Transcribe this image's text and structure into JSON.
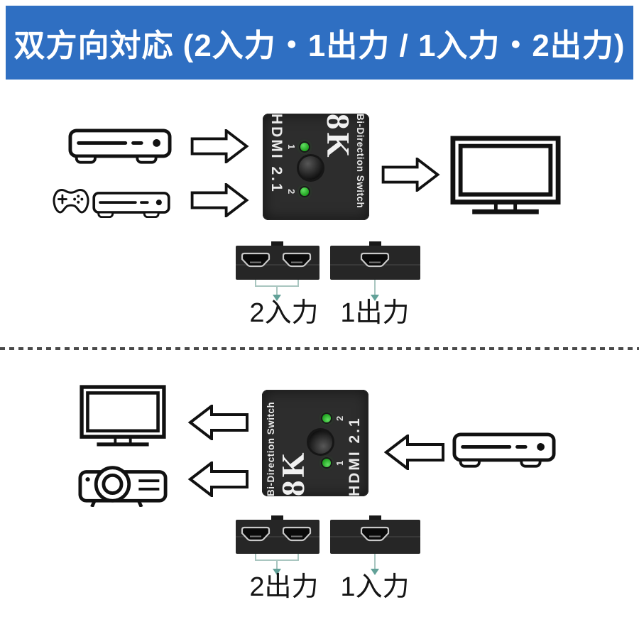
{
  "header": {
    "title": "双方向対応 (2入力・1出力 / 1入力・2出力)"
  },
  "switch_device": {
    "hdmi_label": "HDMI 2.1",
    "name_label": "Bi-Direction Switch",
    "resolution_label": "8K",
    "led1_label": "1",
    "led2_label": "2"
  },
  "top_diagram": {
    "ports_left_label": "2入力",
    "ports_right_label": "1出力"
  },
  "bottom_diagram": {
    "ports_left_label": "2出力",
    "ports_right_label": "1入力"
  },
  "colors": {
    "banner_blue": "#2f6fc2",
    "led_green": "#1fa31f",
    "teal_arrow": "#62a198",
    "teal_line": "#a9c6c0",
    "switch_body": "#2d2d2d"
  }
}
